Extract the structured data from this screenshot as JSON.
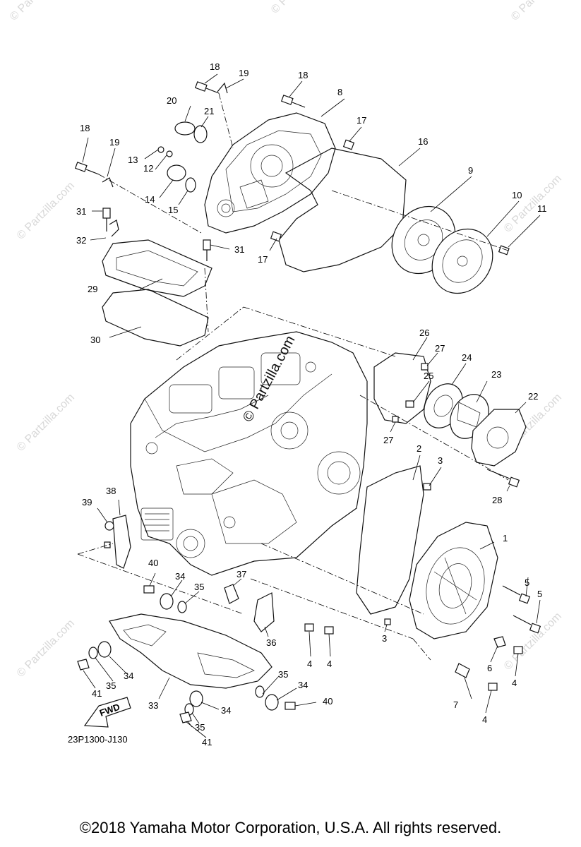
{
  "diagram": {
    "drawing_code": "23P1300-J130",
    "copyright": "©2018 Yamaha Motor Corporation, U.S.A. All rights reserved.",
    "center_watermark": "© Partzilla.com",
    "watermark_text": "© Partzilla.com",
    "fwd_label": "FWD",
    "callouts": [
      {
        "id": "c1",
        "text": "1"
      },
      {
        "id": "c2",
        "text": "2"
      },
      {
        "id": "c3a",
        "text": "3"
      },
      {
        "id": "c3b",
        "text": "3"
      },
      {
        "id": "c4a",
        "text": "4"
      },
      {
        "id": "c4b",
        "text": "4"
      },
      {
        "id": "c4c",
        "text": "4"
      },
      {
        "id": "c4d",
        "text": "4"
      },
      {
        "id": "c5a",
        "text": "5"
      },
      {
        "id": "c5b",
        "text": "5"
      },
      {
        "id": "c6",
        "text": "6"
      },
      {
        "id": "c7",
        "text": "7"
      },
      {
        "id": "c8",
        "text": "8"
      },
      {
        "id": "c9",
        "text": "9"
      },
      {
        "id": "c10",
        "text": "10"
      },
      {
        "id": "c11",
        "text": "11"
      },
      {
        "id": "c12",
        "text": "12"
      },
      {
        "id": "c13",
        "text": "13"
      },
      {
        "id": "c14",
        "text": "14"
      },
      {
        "id": "c15",
        "text": "15"
      },
      {
        "id": "c16",
        "text": "16"
      },
      {
        "id": "c17a",
        "text": "17"
      },
      {
        "id": "c17b",
        "text": "17"
      },
      {
        "id": "c18a",
        "text": "18"
      },
      {
        "id": "c18b",
        "text": "18"
      },
      {
        "id": "c18c",
        "text": "18"
      },
      {
        "id": "c19a",
        "text": "19"
      },
      {
        "id": "c19b",
        "text": "19"
      },
      {
        "id": "c20",
        "text": "20"
      },
      {
        "id": "c21",
        "text": "21"
      },
      {
        "id": "c22",
        "text": "22"
      },
      {
        "id": "c23",
        "text": "23"
      },
      {
        "id": "c24",
        "text": "24"
      },
      {
        "id": "c25",
        "text": "25"
      },
      {
        "id": "c26",
        "text": "26"
      },
      {
        "id": "c27a",
        "text": "27"
      },
      {
        "id": "c27b",
        "text": "27"
      },
      {
        "id": "c28",
        "text": "28"
      },
      {
        "id": "c29",
        "text": "29"
      },
      {
        "id": "c30",
        "text": "30"
      },
      {
        "id": "c31a",
        "text": "31"
      },
      {
        "id": "c31b",
        "text": "31"
      },
      {
        "id": "c32",
        "text": "32"
      },
      {
        "id": "c33",
        "text": "33"
      },
      {
        "id": "c34a",
        "text": "34"
      },
      {
        "id": "c34b",
        "text": "34"
      },
      {
        "id": "c34c",
        "text": "34"
      },
      {
        "id": "c34d",
        "text": "34"
      },
      {
        "id": "c35a",
        "text": "35"
      },
      {
        "id": "c35b",
        "text": "35"
      },
      {
        "id": "c35c",
        "text": "35"
      },
      {
        "id": "c35d",
        "text": "35"
      },
      {
        "id": "c36",
        "text": "36"
      },
      {
        "id": "c37",
        "text": "37"
      },
      {
        "id": "c38",
        "text": "38"
      },
      {
        "id": "c39",
        "text": "39"
      },
      {
        "id": "c40a",
        "text": "40"
      },
      {
        "id": "c40b",
        "text": "40"
      },
      {
        "id": "c41a",
        "text": "41"
      },
      {
        "id": "c41b",
        "text": "41"
      }
    ]
  }
}
